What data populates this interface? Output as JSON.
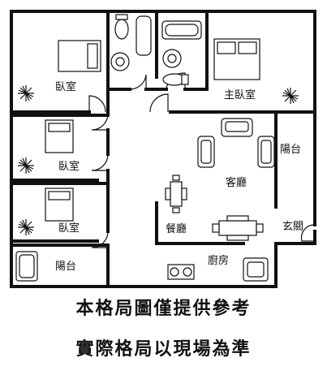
{
  "rooms": {
    "bedroom_top": "臥室",
    "master_bedroom": "主臥室",
    "bedroom_middle": "臥室",
    "bedroom_bottom": "臥室",
    "balcony_left": "陽台",
    "balcony_right": "陽台",
    "living_room": "客廳",
    "dining_room": "餐廳",
    "entrance": "玄關",
    "kitchen": "廚房"
  },
  "captions": {
    "line1": "本格局圖僅提供參考",
    "line2": "實際格局以現場為準"
  }
}
